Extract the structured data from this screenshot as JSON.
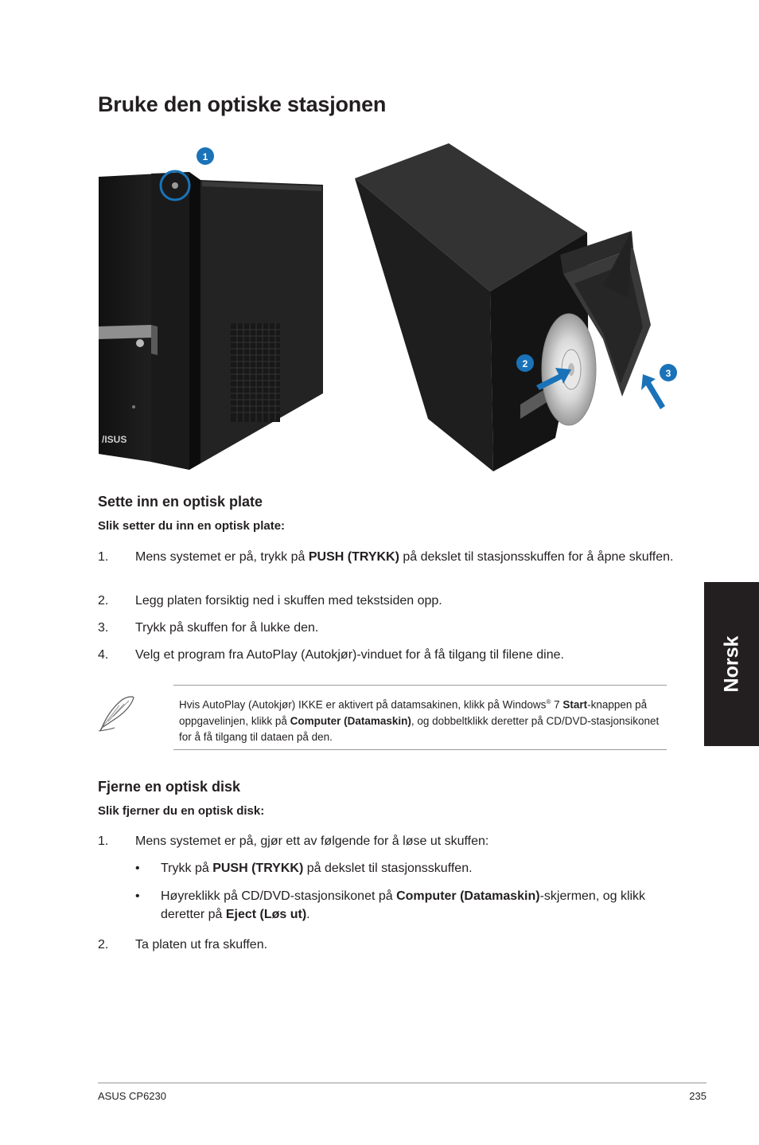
{
  "page": {
    "title": "Bruke den optiske stasjonen",
    "side_tab": "Norsk",
    "footer_left": "ASUS CP6230",
    "footer_right": "235"
  },
  "figure": {
    "callouts": [
      "1",
      "2",
      "3"
    ],
    "logo_text": "/ISUS"
  },
  "insert": {
    "heading": "Sette inn en optisk plate",
    "lead": "Slik setter du inn en optisk plate:",
    "steps": [
      {
        "num": "1.",
        "pre": "Mens systemet er på, trykk på ",
        "bold": "PUSH (TRYKK)",
        "post": " på dekslet til stasjonsskuffen for å åpne skuffen."
      },
      {
        "num": "2.",
        "text": "Legg platen forsiktig ned i skuffen med tekstsiden opp."
      },
      {
        "num": "3.",
        "text": "Trykk på skuffen for å lukke den."
      },
      {
        "num": "4.",
        "text": "Velg et program fra AutoPlay (Autokjør)-vinduet for å få tilgang til filene dine."
      }
    ]
  },
  "note": {
    "icon": "pen-note-icon",
    "part1": "Hvis AutoPlay (Autokjør) IKKE er aktivert på datamsakinen, klikk på Windows",
    "reg": "®",
    "part2": " 7 ",
    "bold1": "Start",
    "part3": "-knappen på oppgavelinjen, klikk på ",
    "bold2": "Computer (Datamaskin)",
    "part4": ", og dobbeltklikk deretter på CD/DVD-stasjonsikonet for å få tilgang til dataen på den."
  },
  "remove": {
    "heading": "Fjerne en optisk disk",
    "lead": "Slik fjerner du en optisk disk:",
    "step1": {
      "num": "1.",
      "text": "Mens systemet er på, gjør ett av følgende for å løse ut skuffen:"
    },
    "bullet1": {
      "dot": "•",
      "pre": "Trykk på ",
      "bold": "PUSH (TRYKK)",
      "post": " på dekslet til stasjonsskuffen."
    },
    "bullet2": {
      "dot": "•",
      "pre": "Høyreklikk på CD/DVD-stasjonsikonet på ",
      "bold1": "Computer (Datamaskin)",
      "mid": "-skjermen, og klikk deretter på ",
      "bold2": "Eject (Løs ut)",
      "post": "."
    },
    "step2": {
      "num": "2.",
      "text": "Ta platen ut fra skuffen."
    }
  },
  "colors": {
    "text": "#231f20",
    "callout_blue": "#1a73b8",
    "tower_dark": "#1c1c1c",
    "side_tab_bg": "#231f20"
  }
}
